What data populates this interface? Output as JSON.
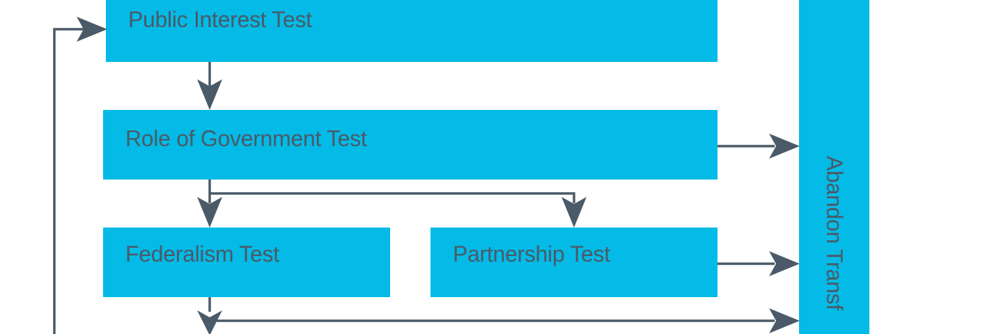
{
  "diagram": {
    "nodes": {
      "public_interest": "Public Interest Test",
      "role_of_government": "Role of Government Test",
      "federalism": "Federalism Test",
      "partnership": "Partnership Test",
      "abandon": "Abandon Transf"
    },
    "colors": {
      "box_fill": "#03bbe6",
      "text": "#4b5a68",
      "connector": "#4b5a68"
    }
  }
}
